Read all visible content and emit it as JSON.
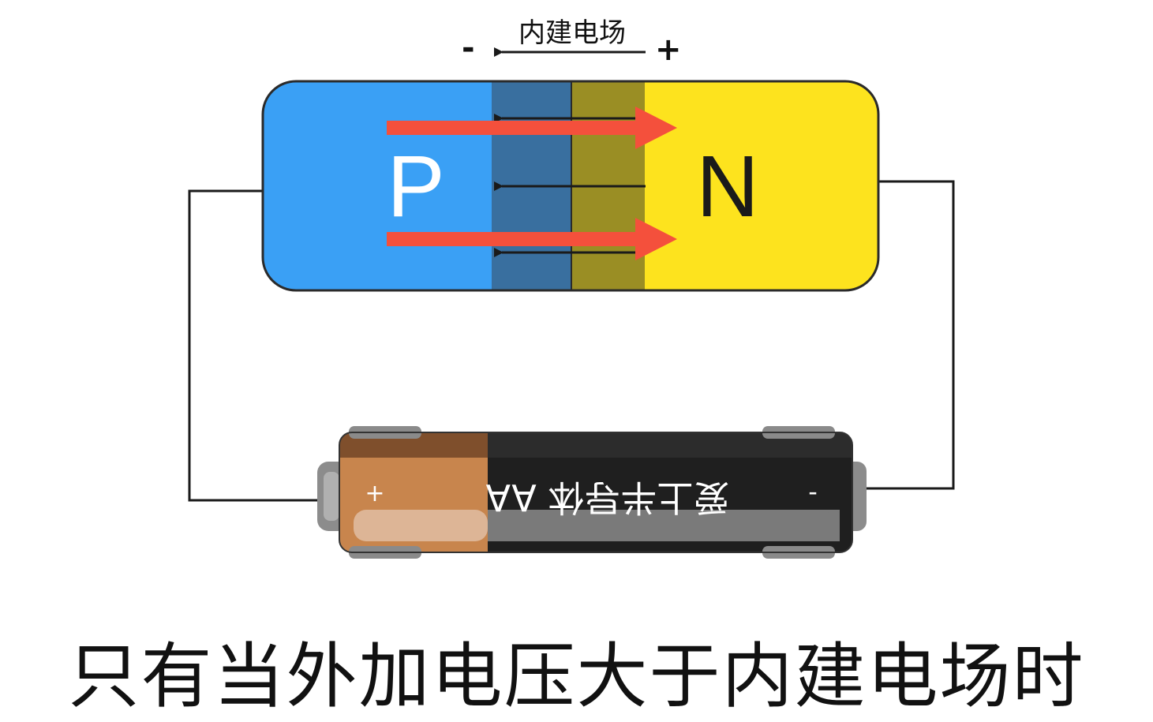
{
  "diagram": {
    "built_in_field_label": "内建电场",
    "field_minus_sign": "-",
    "field_plus_sign": "+",
    "p_region_label": "P",
    "n_region_label": "N",
    "battery": {
      "plus_sign": "+",
      "minus_sign": "-",
      "label": "爱上半导体  AA"
    }
  },
  "subtitle": "只有当外加电压大于内建电场时",
  "colors": {
    "p_region": "#3aa0f5",
    "p_depletion": "#396f9f",
    "n_depletion": "#9a8e24",
    "n_region": "#fde31e",
    "current_arrow": "#f4503c",
    "field_arrow": "#1a1a1a",
    "battery_positive_band": "#c8854d",
    "battery_body": "#1f1f1f"
  }
}
